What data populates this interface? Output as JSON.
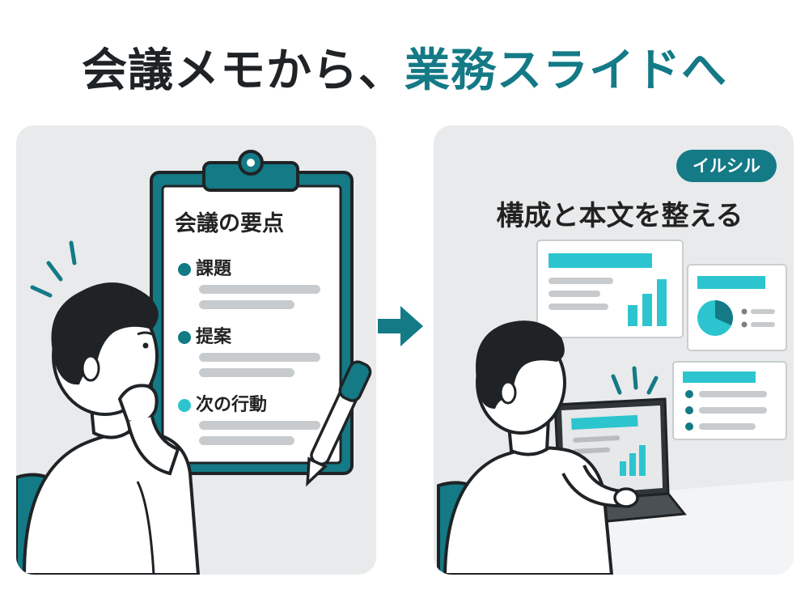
{
  "headline": {
    "part1": "会議メモから、",
    "part2": "業務スライドへ"
  },
  "left": {
    "clipboard_title": "会議の要点",
    "items": [
      "課題",
      "提案",
      "次の行動"
    ]
  },
  "right": {
    "badge": "イルシル",
    "title": "構成と本文を整える"
  },
  "colors": {
    "accent": "#137a86",
    "accent_light": "#2cc5cf",
    "dark": "#1f2326",
    "panel_bg": "#e8eaeb"
  },
  "icons": [
    "arrow-right-icon",
    "bar-chart-icon",
    "pie-chart-icon",
    "pen-icon",
    "clipboard-icon",
    "laptop-icon"
  ]
}
